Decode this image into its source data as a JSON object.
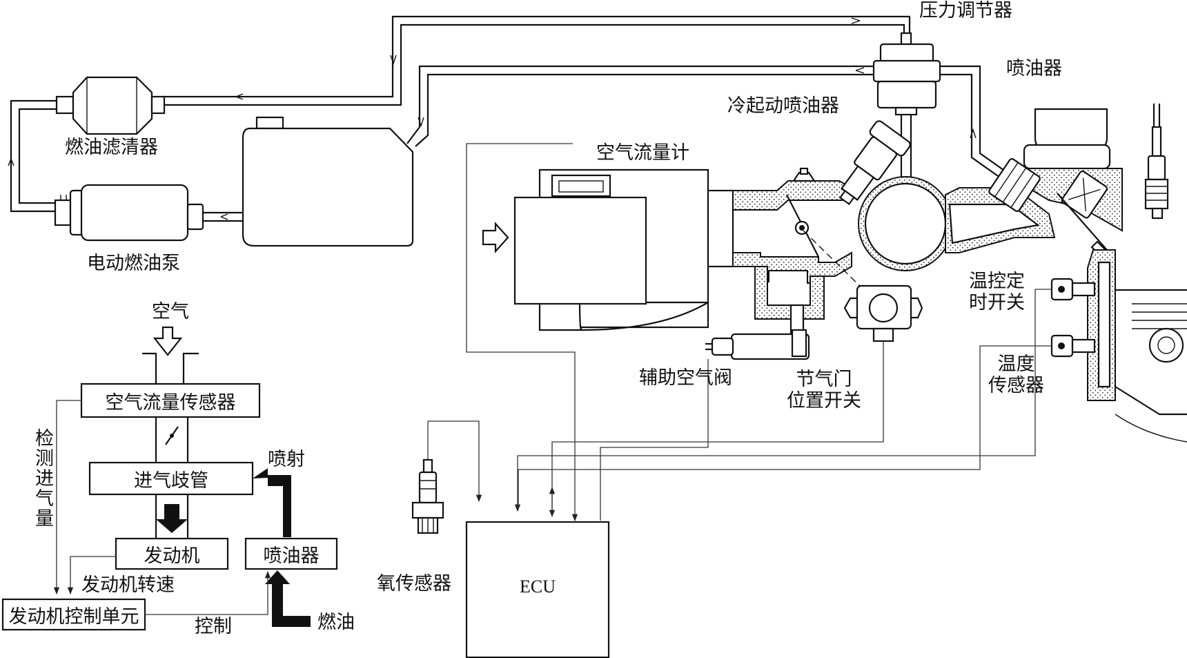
{
  "labels": {
    "pressure_regulator": "压力调节器",
    "injector_top": "喷油器",
    "fuel_filter": "燃油滤清器",
    "cold_start_injector": "冷起动喷油器",
    "air_flow_meter": "空气流量计",
    "electric_fuel_pump": "电动燃油泵",
    "thermo_time_switch": "温控定\n时开关",
    "temp_sensor": "温度\n传感器",
    "aux_air_valve": "辅助空气阀",
    "throttle_switch": "节气门\n位置开关",
    "oxygen_sensor": "氧传感器",
    "ecu": "ECU"
  },
  "block_diagram": {
    "air_in": "空气",
    "air_flow_sensor": "空气流量传感器",
    "intake_manifold": "进气歧管",
    "engine": "发动机",
    "injector": "喷油器",
    "ecu_unit": "发动机控制单元",
    "detect_intake": "检测进气量",
    "engine_speed": "发动机转速",
    "inject": "喷射",
    "control": "控制",
    "fuel": "燃油"
  }
}
